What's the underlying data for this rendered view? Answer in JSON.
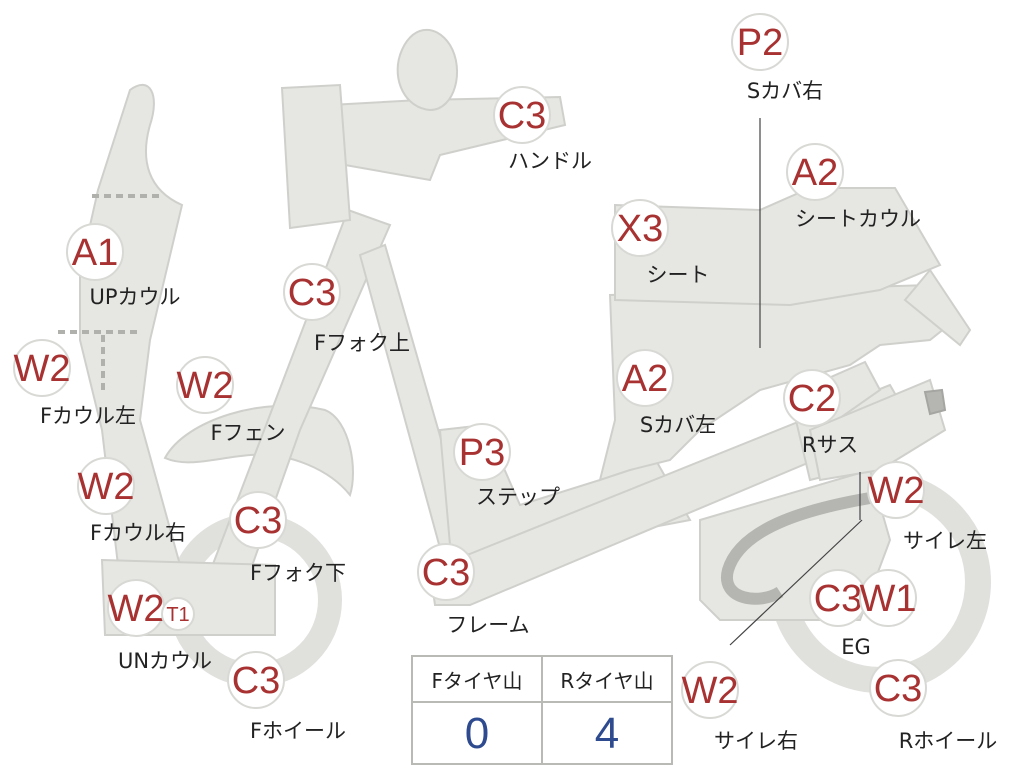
{
  "colors": {
    "code_red": "#a83232",
    "code_blue": "#2e4b8f",
    "part_fill": "#e6e6e3",
    "part_dark": "#b5b5b2"
  },
  "badges": [
    {
      "id": "p2-scover-right",
      "code": "P2",
      "label": "Sカバ右"
    },
    {
      "id": "c3-handle",
      "code": "C3",
      "label": "ハンドル"
    },
    {
      "id": "a2-seat-cowl",
      "code": "A2",
      "label": "シートカウル"
    },
    {
      "id": "x3-seat",
      "code": "X3",
      "label": "シート"
    },
    {
      "id": "a1-up-cowl",
      "code": "A1",
      "label": "UPカウル"
    },
    {
      "id": "c3-ffork-upper",
      "code": "C3",
      "label": "Fフォク上"
    },
    {
      "id": "w2-fcowl-left",
      "code": "W2",
      "label": "Fカウル左"
    },
    {
      "id": "w2-f-fender",
      "code": "W2",
      "label": "Fフェン"
    },
    {
      "id": "a2-scover-left",
      "code": "A2",
      "label": "Sカバ左"
    },
    {
      "id": "c2-r-sus",
      "code": "C2",
      "label": "Rサス"
    },
    {
      "id": "p3-step",
      "code": "P3",
      "label": "ステップ"
    },
    {
      "id": "w2-fcowl-right",
      "code": "W2",
      "label": "Fカウル右"
    },
    {
      "id": "c3-ffork-lower",
      "code": "C3",
      "label": "Fフォク下"
    },
    {
      "id": "w2-silencer-left",
      "code": "W2",
      "label": "サイレ左"
    },
    {
      "id": "c3-frame",
      "code": "C3",
      "label": "フレーム"
    },
    {
      "id": "w2-un-cowl",
      "code": "W2",
      "label": "UNカウル"
    },
    {
      "id": "t1-un-cowl",
      "code": "T1",
      "label": ""
    },
    {
      "id": "c3-eg",
      "code": "C3",
      "label": "EG"
    },
    {
      "id": "w1-eg",
      "code": "W1",
      "label": ""
    },
    {
      "id": "c3-f-wheel",
      "code": "C3",
      "label": "Fホイール"
    },
    {
      "id": "w2-silencer-right",
      "code": "W2",
      "label": "サイレ右"
    },
    {
      "id": "c3-r-wheel",
      "code": "C3",
      "label": "Rホイール"
    }
  ],
  "tire_table": {
    "front_header": "Fタイヤ山",
    "rear_header": "Rタイヤ山",
    "front_value": "0",
    "rear_value": "4"
  }
}
